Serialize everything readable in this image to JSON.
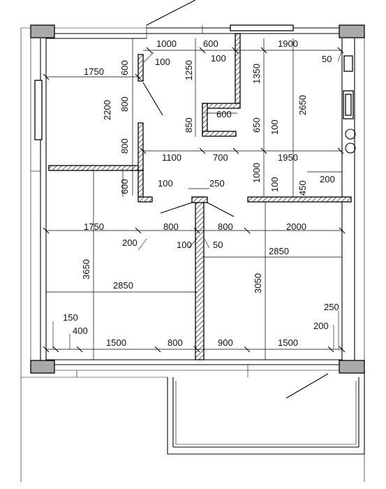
{
  "dimensions": {
    "d1000_top": "1000",
    "d600_top": "600",
    "d1900_top": "1900",
    "d100_a": "100",
    "d100_b": "100",
    "d50_right": "50",
    "d1750_top": "1750",
    "d600_left": "600",
    "d1250": "1250",
    "d1350": "1350",
    "d2200": "2200",
    "d800_v1": "800",
    "d2650": "2650",
    "d600_niche": "600",
    "d850": "850",
    "d650": "650",
    "d100_v": "100",
    "d800_v2": "800",
    "d1100": "1100",
    "d700": "700",
    "d1950": "1950",
    "d1000_v": "1000",
    "d600_v3": "600",
    "d100_c": "100",
    "d250_top": "250",
    "d100_v2": "100",
    "d450": "450",
    "d200_right": "200",
    "d1750_mid": "1750",
    "d800_mid1": "800",
    "d800_mid2": "800",
    "d2000": "2000",
    "d200_left": "200",
    "d100_d": "100",
    "d50_mid": "50",
    "d2850_right": "2850",
    "d3650": "3650",
    "d2850_left": "2850",
    "d3050": "3050",
    "d250_right": "250",
    "d200_r2": "200",
    "d150": "150",
    "d400": "400",
    "d1500_l": "1500",
    "d800_bot": "800",
    "d900": "900",
    "d1500_r": "1500"
  }
}
